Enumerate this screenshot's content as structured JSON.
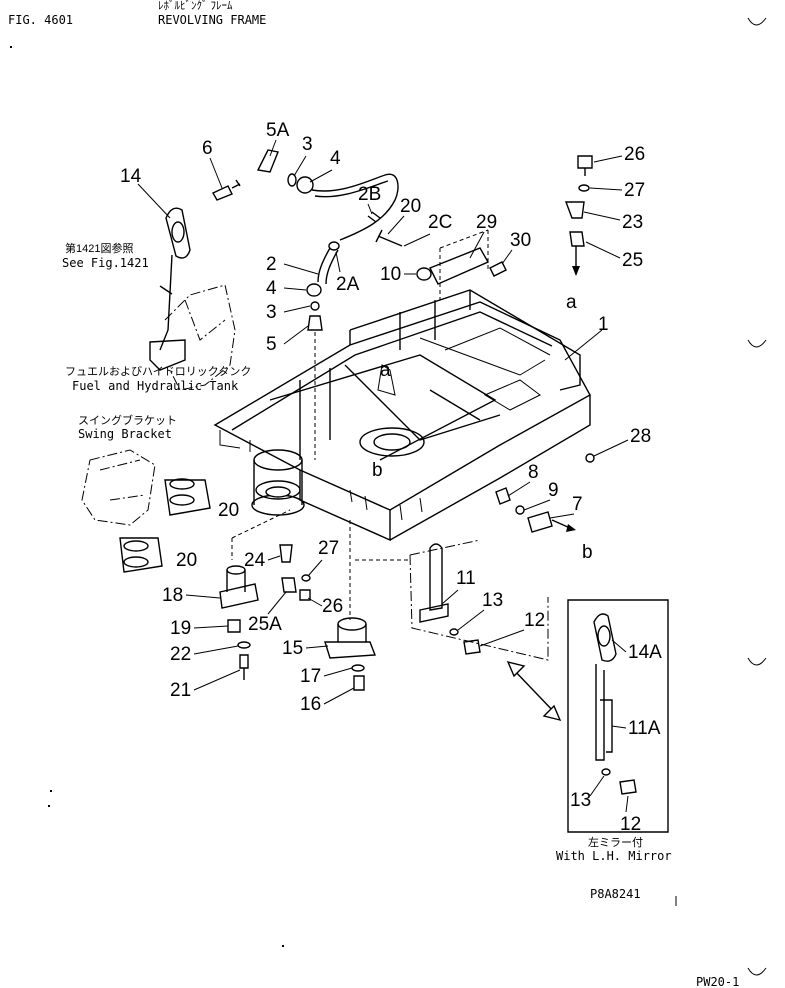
{
  "header": {
    "fig": "FIG. 4601",
    "jp_title": "ﾚﾎﾞﾙﾋﾞﾝｸﾞ ﾌﾚｰﾑ",
    "title": "REVOLVING FRAME"
  },
  "refs": {
    "fig1421_jp": "第1421図参照",
    "fig1421_en": "See Fig.1421",
    "tank_jp": "フュエルおよびハイドロリックタンク",
    "tank_en": "Fuel and Hydraulic Tank",
    "swing_jp": "スイングブラケット",
    "swing_en": "Swing Bracket",
    "mirror_jp": "左ミラー付",
    "mirror_en": "With L.H. Mirror"
  },
  "footer": {
    "code": "P8A8241",
    "page": "PW20-1"
  },
  "parts": {
    "p1": "1",
    "p2": "2",
    "p2a": "2A",
    "p2b": "2B",
    "p2c": "2C",
    "p3a": "3",
    "p3b": "3",
    "p4a": "4",
    "p4b": "4",
    "p5": "5",
    "p5a": "5A",
    "p6": "6",
    "p7": "7",
    "p8": "8",
    "p9": "9",
    "p10": "10",
    "p11": "11",
    "p11a": "11A",
    "p12a": "12",
    "p12b": "12",
    "p13a": "13",
    "p13b": "13",
    "p14": "14",
    "p14a": "14A",
    "p15": "15",
    "p16": "16",
    "p17": "17",
    "p18": "18",
    "p19": "19",
    "p20": "20",
    "p20b": "20",
    "p20c": "20",
    "p21": "21",
    "p22": "22",
    "p23": "23",
    "p24": "24",
    "p25": "25",
    "p25a": "25A",
    "p26a": "26",
    "p26b": "26",
    "p27a": "27",
    "p27b": "27",
    "p28": "28",
    "p29": "29",
    "p30": "30"
  },
  "markers": {
    "a1": "a",
    "a2": "a",
    "b1": "b",
    "b2": "b"
  }
}
